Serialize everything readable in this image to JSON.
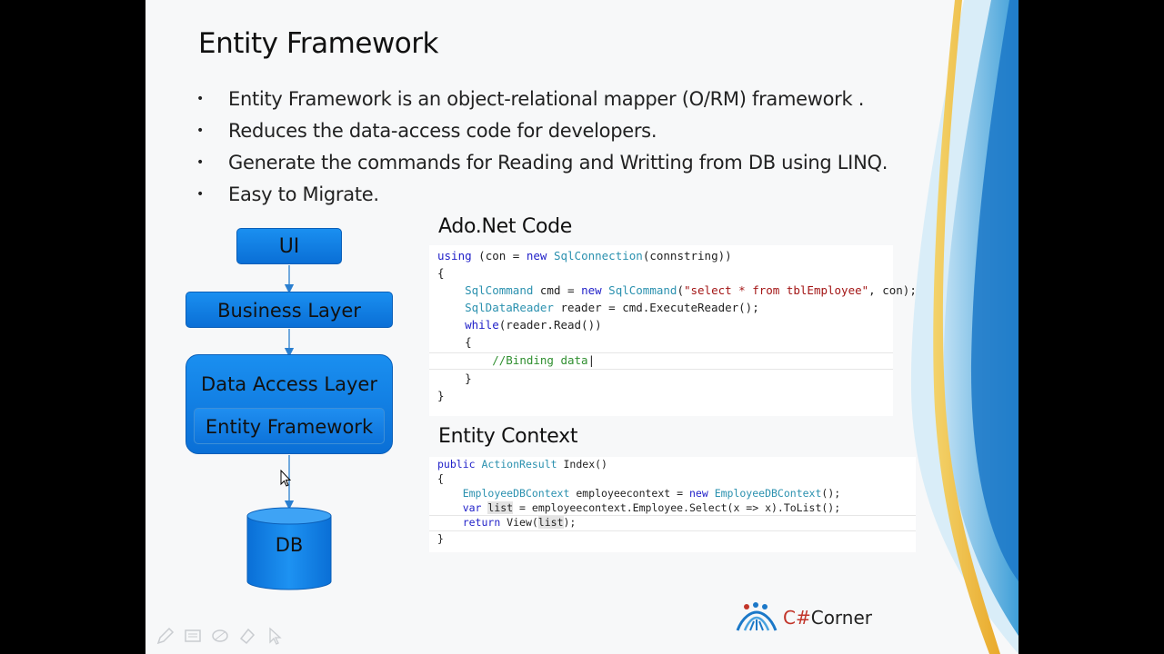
{
  "slide": {
    "title": "Entity Framework",
    "bullets": [
      "Entity Framework is an object-relational mapper (O/RM)  framework .",
      "Reduces the data-access code for developers.",
      "Generate the commands for Reading and Writting from DB using LINQ.",
      "Easy to Migrate."
    ],
    "diagram": {
      "ui": "UI",
      "business_layer": "Business Layer",
      "data_access_layer": "Data Access Layer",
      "entity_framework": "Entity Framework",
      "db": "DB"
    },
    "ado_title": "Ado.Net Code",
    "entity_title": "Entity Context",
    "logo_text_prefix": "C#",
    "logo_text_suffix": "Corner"
  },
  "ado_code": [
    "using (con = new SqlConnection(connstring))",
    "{",
    "    SqlCommand cmd = new SqlCommand(\"select * from tblEmployee\", con);",
    "    SqlDataReader reader = cmd.ExecuteReader();",
    "    while(reader.Read())",
    "    {",
    "        //Binding data",
    "    }",
    "}"
  ],
  "entity_code": [
    "public ActionResult Index()",
    "{",
    "    EmployeeDBContext employeecontext = new EmployeeDBContext();",
    "    var list = employeecontext.Employee.Select(x => x).ToList();",
    "    return View(list);",
    "}"
  ],
  "toolbar": [
    "pen-icon",
    "slides-icon",
    "eraser-icon",
    "highlighter-icon",
    "pointer-icon"
  ],
  "colors": {
    "box_fill": "#0a7ee6",
    "box_border": "#0b5fb8",
    "keyword": "#1f1fc8",
    "type": "#2b91af",
    "string": "#a31515",
    "comment": "#2f8f2f"
  }
}
